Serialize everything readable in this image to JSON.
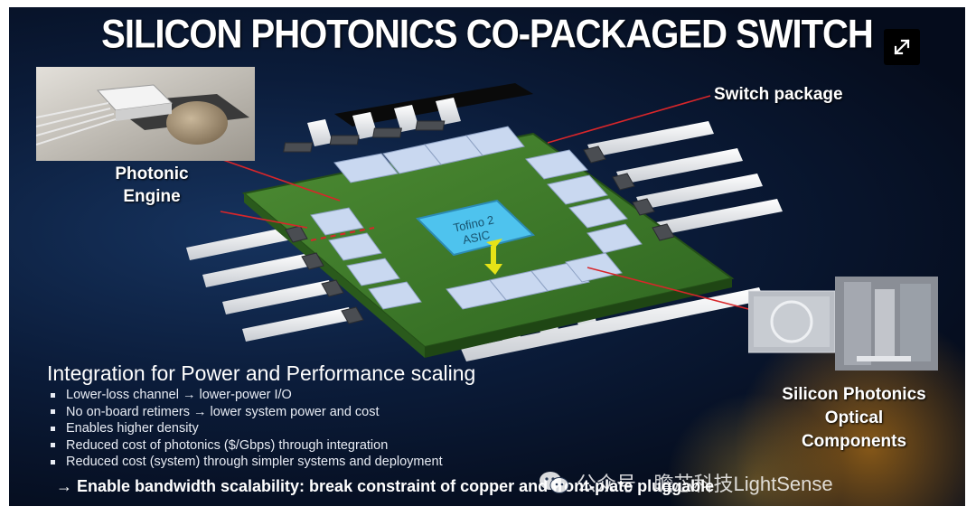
{
  "slide": {
    "title": "SILICON PHOTONICS CO-PACKAGED SWITCH",
    "labels": {
      "photonic_engine": [
        "Photonic",
        "Engine"
      ],
      "switch_package": "Switch package",
      "silicon_photonics": [
        "Silicon Photonics",
        "Optical",
        "Components"
      ]
    },
    "asic_label": [
      "Tofino 2",
      "ASIC"
    ],
    "integration_heading": "Integration for Power and Performance scaling",
    "bullets": [
      "Lower-loss channel → lower-power I/O",
      "No on-board retimers → lower system power and cost",
      "Enables higher density",
      "Reduced cost of photonics ($/Gbps) through integration",
      "Reduced cost (system) through simpler systems and deployment"
    ],
    "conclusion": "→ Enable bandwidth scalability: break constraint of copper and front-plate pluggable"
  },
  "watermark": {
    "text": "公众号 · 瞻芯科技LightSense"
  },
  "icons": {
    "expand": "expand-icon",
    "watermark": "wechat-icon"
  },
  "colors": {
    "background": "#07112a",
    "package_green": "#3e7a2a",
    "asic_blue": "#4ec3ee",
    "arrow_yellow": "#e6e317",
    "leader_red": "#d8262a"
  }
}
